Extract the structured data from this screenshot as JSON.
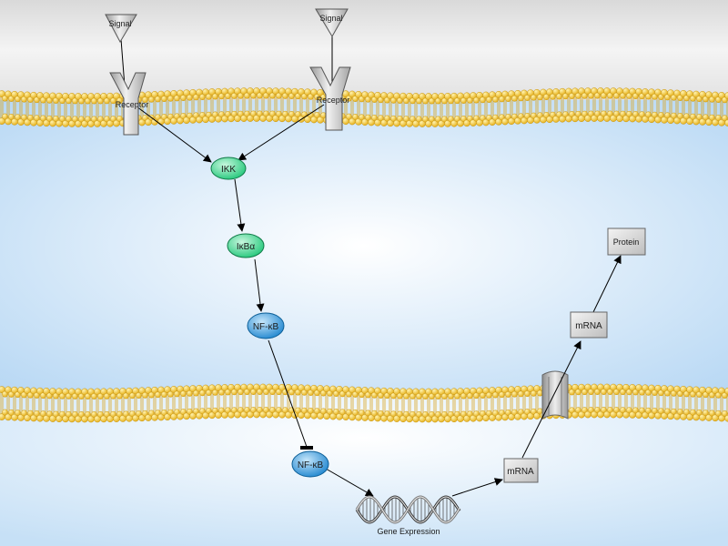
{
  "diagram": {
    "signals": [
      {
        "id": "signal-left",
        "label": "Signal"
      },
      {
        "id": "signal-right",
        "label": "Signal"
      }
    ],
    "receptors": [
      {
        "id": "receptor-left",
        "label": "Receptor"
      },
      {
        "id": "receptor-right",
        "label": "Receptor"
      }
    ],
    "nodes": {
      "ikk": "IKK",
      "ikb": "IκBα",
      "nfkb_cyto": "NF-κB",
      "nfkb_nuc": "NF-κB",
      "mrna_nuc": "mRNA",
      "mrna_cyto": "mRNA",
      "protein": "Protein"
    },
    "gene_expression_label": "Gene Expression",
    "colors": {
      "extracellular": "#e4e4e4",
      "cytoplasm": "#d3e7f8",
      "membrane_head": "#f3c93a",
      "green_node": "#2fd68a",
      "blue_node": "#2a97dc",
      "receptor_gray": "#b7b7b7",
      "box_gray": "#d6d6d6"
    }
  }
}
